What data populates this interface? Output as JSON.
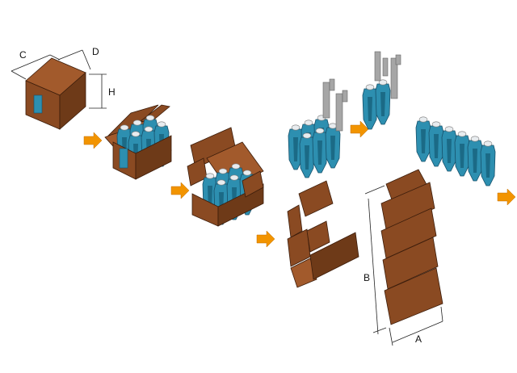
{
  "dimension_labels": {
    "c": "C",
    "d": "D",
    "h": "H",
    "b": "B",
    "a": "A"
  },
  "colors": {
    "carton": "#8a4a22",
    "carton_dark": "#5e2f12",
    "carton_light": "#a25a2c",
    "canister": "#2d8fb0",
    "canister_dark": "#1b6a86",
    "cap": "#e8ecef",
    "gripper": "#a6a6a6",
    "arrow": "#f29400",
    "line": "#222222"
  },
  "icons": {
    "closed_box": "closed-carton-icon",
    "open_box": "open-carton-icon",
    "blank": "flat-carton-blank-icon",
    "canister": "canister-icon",
    "gripper": "gripper-icon",
    "arrow": "process-arrow-icon"
  }
}
